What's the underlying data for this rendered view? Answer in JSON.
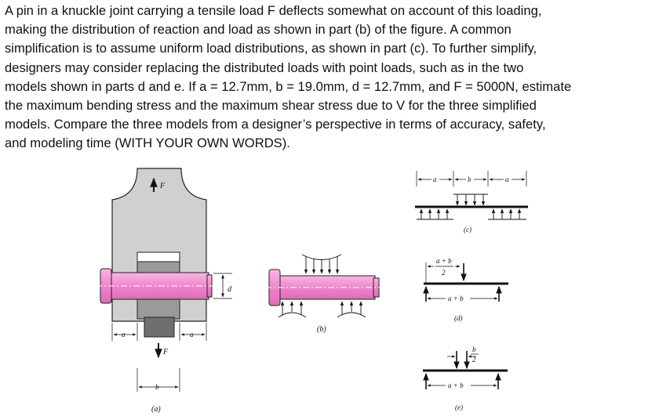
{
  "problem": {
    "lines": [
      "A pin in a knuckle joint carrying a tensile load F deflects somewhat on account of this loading,",
      "making the distribution of reaction and load as shown in part (b) of the figure. A common",
      "simplification is to assume uniform load distributions, as shown in part (c). To further simplify,",
      "designers may consider replacing the distributed loads with point loads, such as in the two",
      "models shown in parts d and e. If a = 12.7mm, b = 19.0mm, d = 12.7mm, and F = 5000N, estimate",
      "the maximum bending stress and the maximum shear stress due to V for the three simplified",
      "models. Compare the three models from a designer’s perspective in terms of accuracy, safety,",
      "and modeling time (WITH YOUR OWN WORDS)."
    ]
  },
  "figure": {
    "part_a": {
      "caption": "(a)",
      "force_top": "F",
      "force_bottom": "F",
      "dim_d": "d",
      "dim_a_left": "a",
      "dim_a_right": "a",
      "dim_b": "b"
    },
    "part_b": {
      "caption": "(b)"
    },
    "part_c": {
      "caption": "(c)",
      "dim_a1": "a",
      "dim_b": "b",
      "dim_a2": "a"
    },
    "part_d": {
      "caption": "(d)",
      "frac_num": "a + b",
      "frac_den": "2",
      "span": "a + b"
    },
    "part_e": {
      "caption": "(e)",
      "frac_num": "b",
      "frac_den": "2",
      "span": "a + b"
    },
    "colors": {
      "pin": "#f08ccf",
      "knuckle": "#d0d0d0",
      "outline": "#222222"
    }
  }
}
